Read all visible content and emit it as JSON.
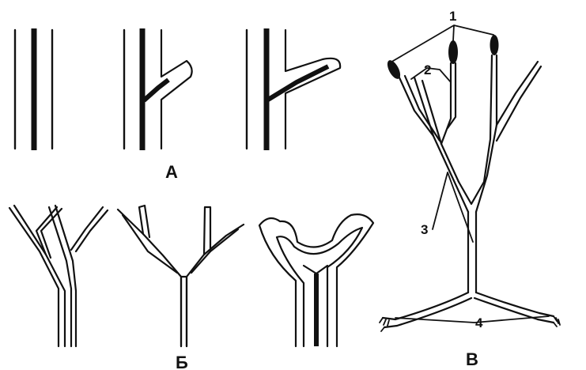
{
  "panels": {
    "a": "А",
    "b": "Б",
    "v": "В"
  },
  "callouts": {
    "one": "1",
    "two": "2",
    "three": "3",
    "four": "4"
  }
}
